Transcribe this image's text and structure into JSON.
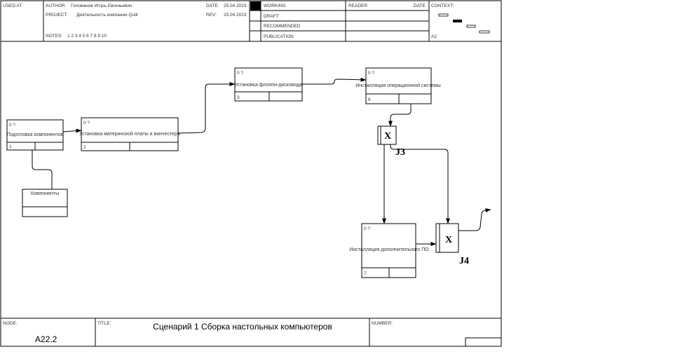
{
  "header": {
    "used_at_label": "USED AT",
    "author_label": "AUTHOR:",
    "author_value": "Голованов Игорь Евгеньевич",
    "project_label": "PROJECT:",
    "project_value": "Деятельность компании Quill",
    "date_label": "DATE:",
    "date_value": "25.04.2023",
    "rev_label": "REV:",
    "rev_value": "25.04.2023",
    "notes_label": "NOTES:",
    "notes_value": "1  2  3  4  5  6  7  8  9  10",
    "status_items": [
      "WORKING",
      "DRAFT",
      "RECOMMENDED",
      "PUBLICATION"
    ],
    "reader_label": "READER",
    "reader_date_label": "DATE",
    "context_label": "CONTEXT:",
    "context_value": "A2"
  },
  "boxes": [
    {
      "id": "b1",
      "label": "Подготовка компонентов",
      "ref": "0 ?",
      "number": "1"
    },
    {
      "id": "b2",
      "label": "Установка материнской платы и винчестера",
      "ref": "0 ?",
      "number": "2"
    },
    {
      "id": "b3",
      "label": "Установка флоппи-дисковода",
      "ref": "0 ?",
      "number": "3"
    },
    {
      "id": "b6",
      "label": "Инсталляция операционной системы",
      "ref": "0 ?",
      "number": "6"
    },
    {
      "id": "b7",
      "label": "Инсталляция дополнительного ПО",
      "ref": "0 ?",
      "number": "7"
    }
  ],
  "referent": {
    "label": "Компоненты"
  },
  "junctions": [
    {
      "id": "j3",
      "symbol": "X",
      "label": "J3"
    },
    {
      "id": "j4",
      "symbol": "X",
      "label": "J4"
    }
  ],
  "footer": {
    "node_label": "NODE:",
    "node_value": "A22.2",
    "title_label": "TITLE:",
    "title_value": "Сценарий 1 Сборка настольных компьютеров",
    "number_label": "NUMBER:"
  }
}
